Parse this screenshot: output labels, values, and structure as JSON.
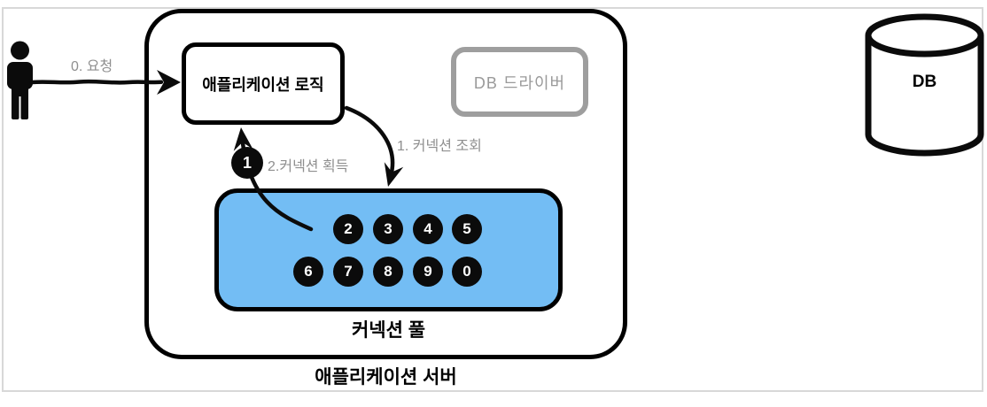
{
  "diagram": {
    "server": {
      "label": "애플리케이션 서버"
    },
    "app_logic": {
      "label": "애플리케이션 로직"
    },
    "db_driver": {
      "label": "DB 드라이버"
    },
    "pool": {
      "label": "커넥션 풀",
      "connections": [
        "2",
        "3",
        "4",
        "5",
        "6",
        "7",
        "8",
        "9",
        "0"
      ]
    },
    "database": {
      "label": "DB"
    },
    "flows": {
      "request": "0. 요청",
      "lookup": "1. 커넥션 조회",
      "acquire": "2.커넥션 획득",
      "acquire_marker": "1"
    },
    "colors": {
      "pool_fill": "#73bdf4",
      "muted_gray": "#9e9e9e",
      "label_gray": "#8f8f8f",
      "stroke_black": "#000000",
      "frame_gray": "#d8d8d8"
    }
  }
}
